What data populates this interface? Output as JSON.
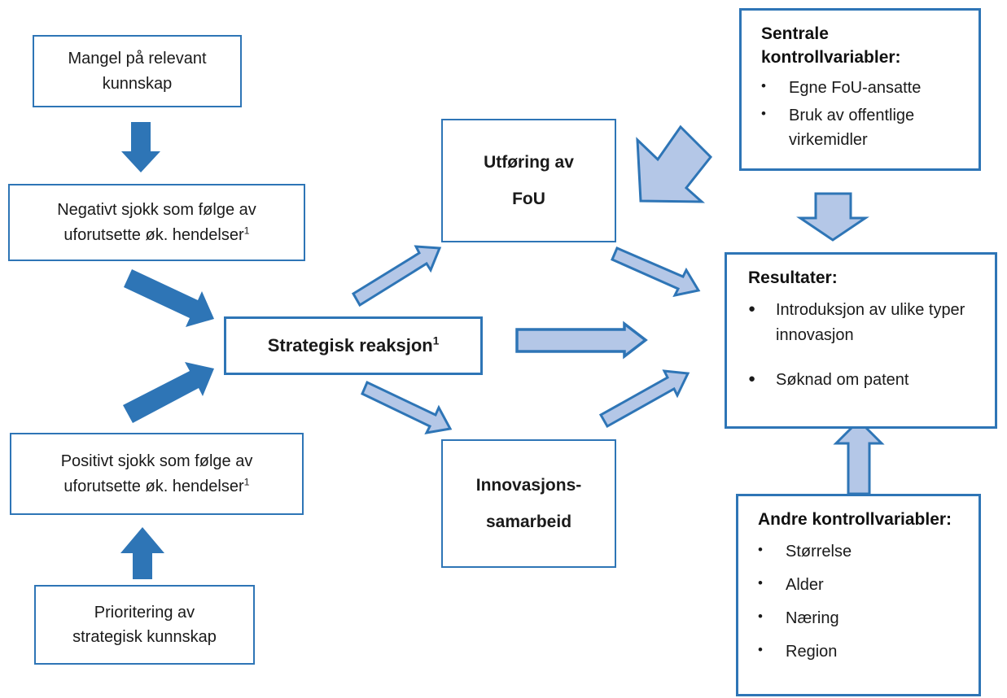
{
  "diagram": {
    "colors": {
      "box_border": "#2E75B6",
      "dark_arrow": "#2E75B6",
      "light_arrow_fill": "#B4C7E7",
      "light_arrow_border": "#2E75B6",
      "background": "#FFFFFF",
      "text": "#1A1A1A"
    },
    "bullet_small": "•",
    "bullet_large": "●",
    "boxes": {
      "mangel": {
        "lines": [
          "Mangel på relevant",
          "kunnskap"
        ]
      },
      "negativt": {
        "lines": [
          "Negativt sjokk som følge av",
          "uforutsette øk. hendelser"
        ],
        "superscript": "1"
      },
      "strategisk": {
        "label": "Strategisk reaksjon",
        "superscript": "1"
      },
      "positivt": {
        "lines": [
          "Positivt sjokk som følge av",
          "uforutsette øk. hendelser"
        ],
        "superscript": "1"
      },
      "prioritering": {
        "lines": [
          "Prioritering av",
          "strategisk kunnskap"
        ]
      },
      "utforing": {
        "lines": [
          "Utføring av",
          "FoU"
        ]
      },
      "innovasjon": {
        "lines": [
          "Innovasjons-",
          "samarbeid"
        ]
      },
      "sentrale": {
        "heading": "Sentrale kontrollvariabler:",
        "bullets": [
          "Egne FoU-ansatte",
          "Bruk av offentlige virkemidler"
        ]
      },
      "resultater": {
        "heading": "Resultater:",
        "bullets": [
          "Introduksjon av ulike typer innovasjon",
          "Søknad om patent"
        ]
      },
      "andre": {
        "heading": "Andre kontrollvariabler:",
        "bullets": [
          "Størrelse",
          "Alder",
          "Næring",
          "Region"
        ]
      }
    },
    "arrows": [
      {
        "from": "mangel",
        "to": "negativt",
        "style": "solid-dark"
      },
      {
        "from": "negativt",
        "to": "strategisk",
        "style": "solid-dark"
      },
      {
        "from": "positivt",
        "to": "strategisk",
        "style": "solid-dark"
      },
      {
        "from": "prioritering",
        "to": "positivt",
        "style": "solid-dark"
      },
      {
        "from": "strategisk",
        "to": "utforing",
        "style": "outlined-light"
      },
      {
        "from": "strategisk",
        "to": "innovasjon",
        "style": "outlined-light"
      },
      {
        "from": "strategisk",
        "to": "resultater",
        "style": "outlined-light"
      },
      {
        "from": "utforing",
        "to": "resultater",
        "style": "outlined-light"
      },
      {
        "from": "innovasjon",
        "to": "resultater",
        "style": "outlined-light"
      },
      {
        "from": "sentrale",
        "to": "utforing",
        "style": "outlined-light-block"
      },
      {
        "from": "sentrale",
        "to": "resultater",
        "style": "outlined-light-block"
      },
      {
        "from": "andre",
        "to": "resultater",
        "style": "outlined-light-block"
      }
    ]
  }
}
